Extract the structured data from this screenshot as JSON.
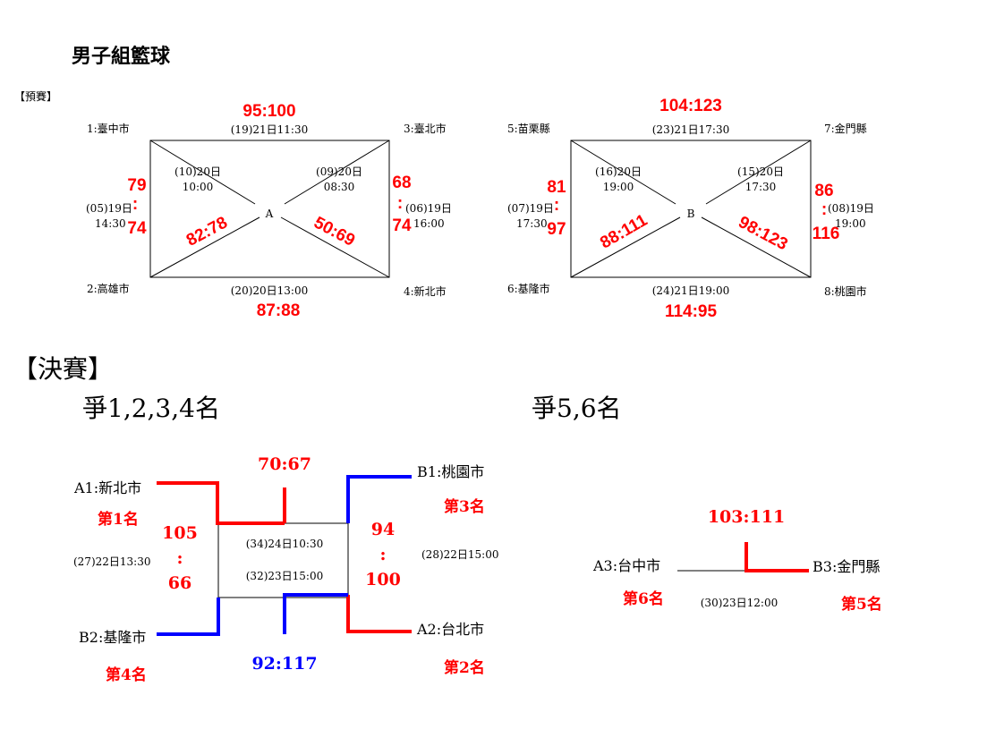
{
  "title": "男子組籃球",
  "prelim": {
    "label": "【預賽】",
    "groupA": {
      "letter": "A",
      "teams": {
        "tl": "1:臺中市",
        "tr": "3:臺北市",
        "bl": "2:高雄市",
        "br": "4:新北市"
      },
      "games": {
        "top": {
          "info": "(19)21日11:30",
          "score": "95:100"
        },
        "bottom": {
          "info": "(20)20日13:00",
          "score": "87:88"
        },
        "left": {
          "info1": "(05)19日",
          "info2": "14:30",
          "score_top": "79",
          "score_bottom": "74"
        },
        "right": {
          "info1": "(06)19日",
          "info2": "16:00",
          "score_top": "68",
          "score_bottom": "74"
        },
        "diag_tl": {
          "info1": "(10)20日",
          "info2": "10:00",
          "score": "82:78"
        },
        "diag_tr": {
          "info1": "(09)20日",
          "info2": "08:30",
          "score": "50:69"
        }
      }
    },
    "groupB": {
      "letter": "B",
      "teams": {
        "tl": "5:苗栗縣",
        "tr": "7:金門縣",
        "bl": "6:基隆市",
        "br": "8:桃園市"
      },
      "games": {
        "top": {
          "info": "(23)21日17:30",
          "score": "104:123"
        },
        "bottom": {
          "info": "(24)21日19:00",
          "score": "114:95"
        },
        "left": {
          "info1": "(07)19日",
          "info2": "17:30",
          "score_top": "81",
          "score_bottom": "97"
        },
        "right": {
          "info1": "(08)19日",
          "info2": "19:00",
          "score_top": "86",
          "score_bottom": "116"
        },
        "diag_tl": {
          "info1": "(16)20日",
          "info2": "19:00",
          "score": "88:111"
        },
        "diag_tr": {
          "info1": "(15)20日",
          "info2": "17:30",
          "score": "98:123"
        }
      }
    }
  },
  "final": {
    "label": "【決賽】",
    "bracket14": {
      "heading": "爭1,2,3,4名",
      "teams": {
        "a1": "A1:新北市",
        "b2": "B2:基隆市",
        "b1": "B1:桃園市",
        "a2": "A2:台北市"
      },
      "ranks": {
        "a1": "第1名",
        "b2": "第4名",
        "b1": "第3名",
        "a2": "第2名"
      },
      "semi_left": {
        "info": "(27)22日13:30",
        "score_top": "105",
        "colon": ":",
        "score_bottom": "66"
      },
      "semi_right": {
        "info": "(28)22日15:00",
        "score_top": "94",
        "colon": ":",
        "score_bottom": "100"
      },
      "final_game": {
        "info": "(34)24日10:30",
        "score": "70:67"
      },
      "third_game": {
        "info": "(32)23日15:00",
        "score": "92:117"
      }
    },
    "bracket56": {
      "heading": "爭5,6名",
      "teams": {
        "a3": "A3:台中市",
        "b3": "B3:金門縣"
      },
      "ranks": {
        "a3": "第6名",
        "b3": "第5名"
      },
      "game": {
        "info": "(30)23日12:00",
        "score": "103:111"
      }
    }
  },
  "colors": {
    "winner": "#ff0000",
    "loser_path": "#0000ff",
    "text": "#000000"
  }
}
